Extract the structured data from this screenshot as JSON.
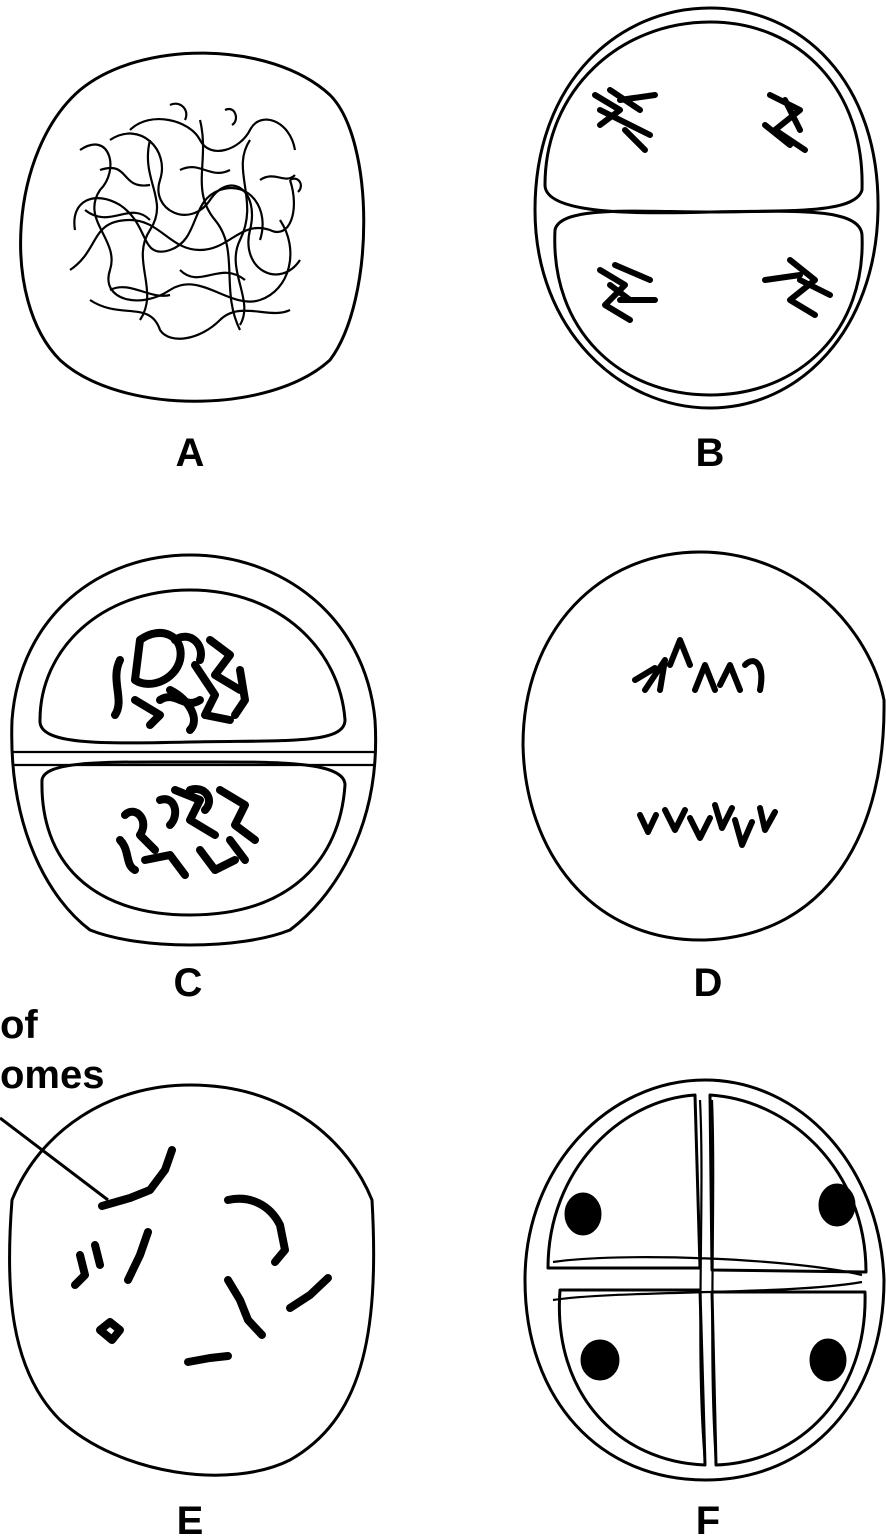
{
  "panels": [
    {
      "id": "A",
      "label": "A"
    },
    {
      "id": "B",
      "label": "B"
    },
    {
      "id": "C",
      "label": "C"
    },
    {
      "id": "D",
      "label": "D"
    },
    {
      "id": "E",
      "label": "E"
    },
    {
      "id": "F",
      "label": "F"
    }
  ],
  "callout": {
    "line1": "of",
    "line2": "omes"
  }
}
